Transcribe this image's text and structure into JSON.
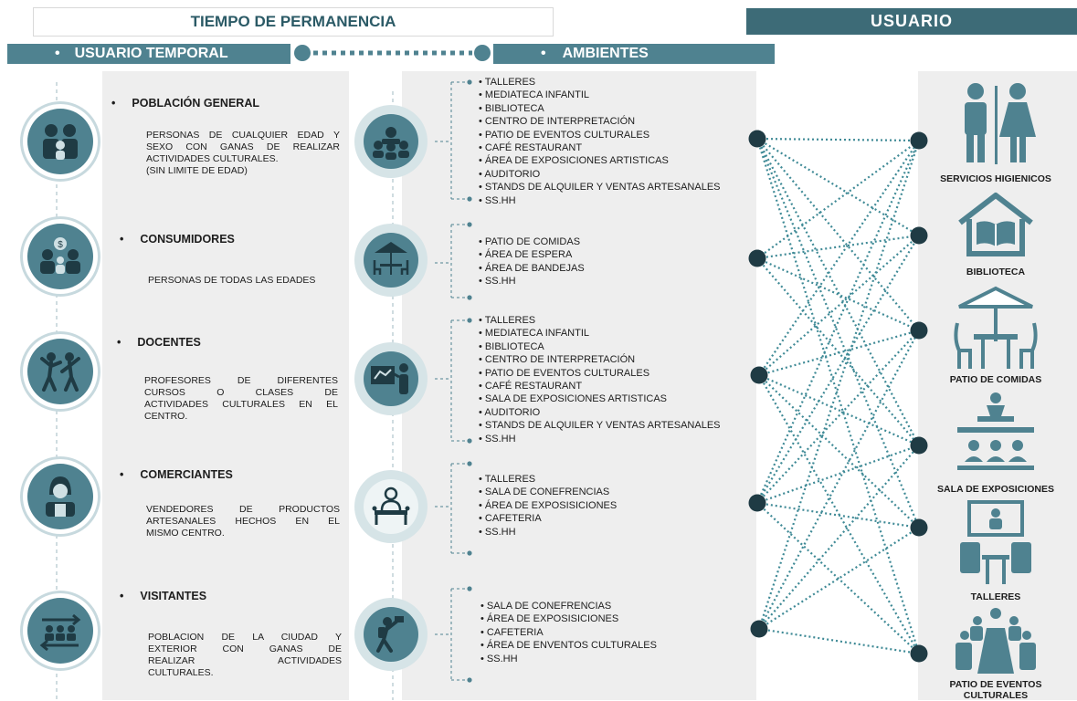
{
  "header": {
    "title": "TIEMPO DE PERMANENCIA",
    "left_bar": "USUARIO TEMPORAL",
    "middle_bar": "AMBIENTES",
    "right_bar": "USUARIO",
    "bullet": "•"
  },
  "colors": {
    "teal": "#4f8290",
    "dark_teal": "#3d6b77",
    "panel": "#eeeeee",
    "dots": "#3f8a96"
  },
  "temporary_users": [
    {
      "title": "POBLACIÓN GENERAL",
      "desc_lines": [
        "PERSONAS DE CUALQUIER EDAD Y",
        "SEXO CON GANAS DE REALIZAR",
        "ACTIVIDADES CULTURALES.",
        "(SIN LIMITE DE EDAD)"
      ],
      "icon": "family-icon"
    },
    {
      "title": "CONSUMIDORES",
      "desc_lines": [
        "PERSONAS DE TODAS LAS EDADES"
      ],
      "icon": "consumers-icon"
    },
    {
      "title": "DOCENTES",
      "desc_lines": [
        "PROFESORES DE DIFERENTES",
        "CURSOS O CLASES DE",
        "ACTIVIDADES CULTURALES EN EL",
        "CENTRO."
      ],
      "icon": "teacher-dance-icon"
    },
    {
      "title": "COMERCIANTES",
      "desc_lines": [
        "VENDEDORES DE PRODUCTOS",
        "ARTESANALES HECHOS EN EL",
        "MISMO CENTRO."
      ],
      "icon": "vendor-icon"
    },
    {
      "title": "VISITANTES",
      "desc_lines": [
        "POBLACION DE LA CIUDAD Y",
        "EXTERIOR CON GANAS DE",
        "REALIZAR ACTIVIDADES",
        "CULTURALES."
      ],
      "icon": "visitors-icon"
    }
  ],
  "environments": [
    {
      "icon": "audience-icon",
      "items": [
        "TALLERES",
        "MEDIATECA INFANTIL",
        "BIBLIOTECA",
        "CENTRO DE INTERPRETACIÓN",
        "PATIO DE EVENTOS CULTURALES",
        "CAFÉ RESTAURANT",
        "ÁREA DE EXPOSICIONES ARTISTICAS",
        "AUDITORIO",
        "STANDS DE ALQUILER Y VENTAS ARTESANALES",
        "SS.HH"
      ]
    },
    {
      "icon": "table-umbrella-icon",
      "items": [
        "PATIO DE COMIDAS",
        "ÁREA DE ESPERA",
        "ÁREA DE BANDEJAS",
        "SS.HH"
      ]
    },
    {
      "icon": "teacher-board-icon",
      "items": [
        "TALLERES",
        "MEDIATECA INFANTIL",
        "BIBLIOTECA",
        "CENTRO DE INTERPRETACIÓN",
        "PATIO DE EVENTOS CULTURALES",
        "CAFÉ RESTAURANT",
        "SALA DE EXPOSICIONES ARTISTICAS",
        "AUDITORIO",
        "STANDS DE ALQUILER Y VENTAS ARTESANALES",
        "SS.HH"
      ]
    },
    {
      "icon": "vendor-stand-icon",
      "items": [
        "TALLERES",
        "SALA DE CONEFRENCIAS",
        "ÁREA DE EXPOSISICIONES",
        "CAFETERIA",
        "SS.HH"
      ]
    },
    {
      "icon": "tourist-icon",
      "items": [
        "SALA DE CONEFRENCIAS",
        "ÁREA DE EXPOSISICIONES",
        "CAFETERIA",
        "ÁREA DE ENVENTOS CULTURALES",
        "SS.HH"
      ]
    }
  ],
  "users": [
    {
      "label": "SERVICIOS HIGIENICOS",
      "icon": "restroom-icon"
    },
    {
      "label": "BIBLIOTECA",
      "icon": "library-icon"
    },
    {
      "label": "PATIO DE COMIDAS",
      "icon": "food-court-icon"
    },
    {
      "label": "SALA DE EXPOSICIONES",
      "icon": "exhibition-icon"
    },
    {
      "label": "TALLERES",
      "icon": "workshop-icon"
    },
    {
      "label": "PATIO DE EVENTOS CULTURALES",
      "icon": "events-icon"
    }
  ]
}
